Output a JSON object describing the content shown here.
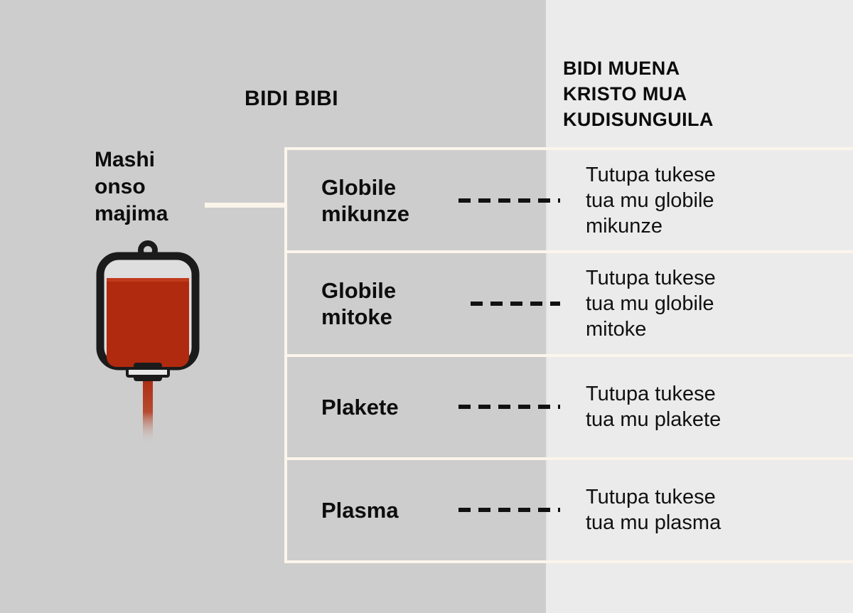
{
  "colors": {
    "panel_left_bg": "#cdcdcd",
    "panel_right_bg": "#ebebeb",
    "border_cream": "#fbf5ec",
    "blood_red": "#b02a10",
    "blood_red_dark": "#9c2409",
    "outline_black": "#1b1b1b",
    "text_black": "#0c0c0c"
  },
  "headers": {
    "left": "BIDI BIBI",
    "right_lines": [
      "BIDI MUENA",
      "KRISTO MUA",
      "KUDISUNGUILA"
    ],
    "right_full": "BIDI MUENA KRISTO MUA KUDISUNGUILA"
  },
  "source": {
    "label_lines": [
      "Mashi",
      "onso",
      "majima"
    ],
    "label_full": "Mashi onso majima",
    "icon": "blood-bag-icon"
  },
  "table": {
    "rows": [
      {
        "component": "Globile mikunze",
        "component_lines": [
          "Globile",
          "mikunze"
        ],
        "connector": "dashed-line",
        "fraction": "Tutupa tukese tua mu globile mikunze",
        "fraction_lines": [
          "Tutupa tukese",
          "tua mu globile",
          "mikunze"
        ]
      },
      {
        "component": "Globile mitoke",
        "component_lines": [
          "Globile",
          "mitoke"
        ],
        "connector": "dashed-line",
        "fraction": "Tutupa tukese tua mu globile mitoke",
        "fraction_lines": [
          "Tutupa tukese",
          "tua mu globile",
          "mitoke"
        ]
      },
      {
        "component": "Plakete",
        "component_lines": [
          "Plakete"
        ],
        "connector": "dashed-line",
        "fraction": "Tutupa tukese tua mu plakete",
        "fraction_lines": [
          "Tutupa tukese",
          "tua mu plakete"
        ]
      },
      {
        "component": "Plasma",
        "component_lines": [
          "Plasma"
        ],
        "connector": "dashed-line",
        "fraction": "Tutupa tukese tua mu plasma",
        "fraction_lines": [
          "Tutupa tukese",
          "tua mu plasma"
        ]
      }
    ]
  }
}
